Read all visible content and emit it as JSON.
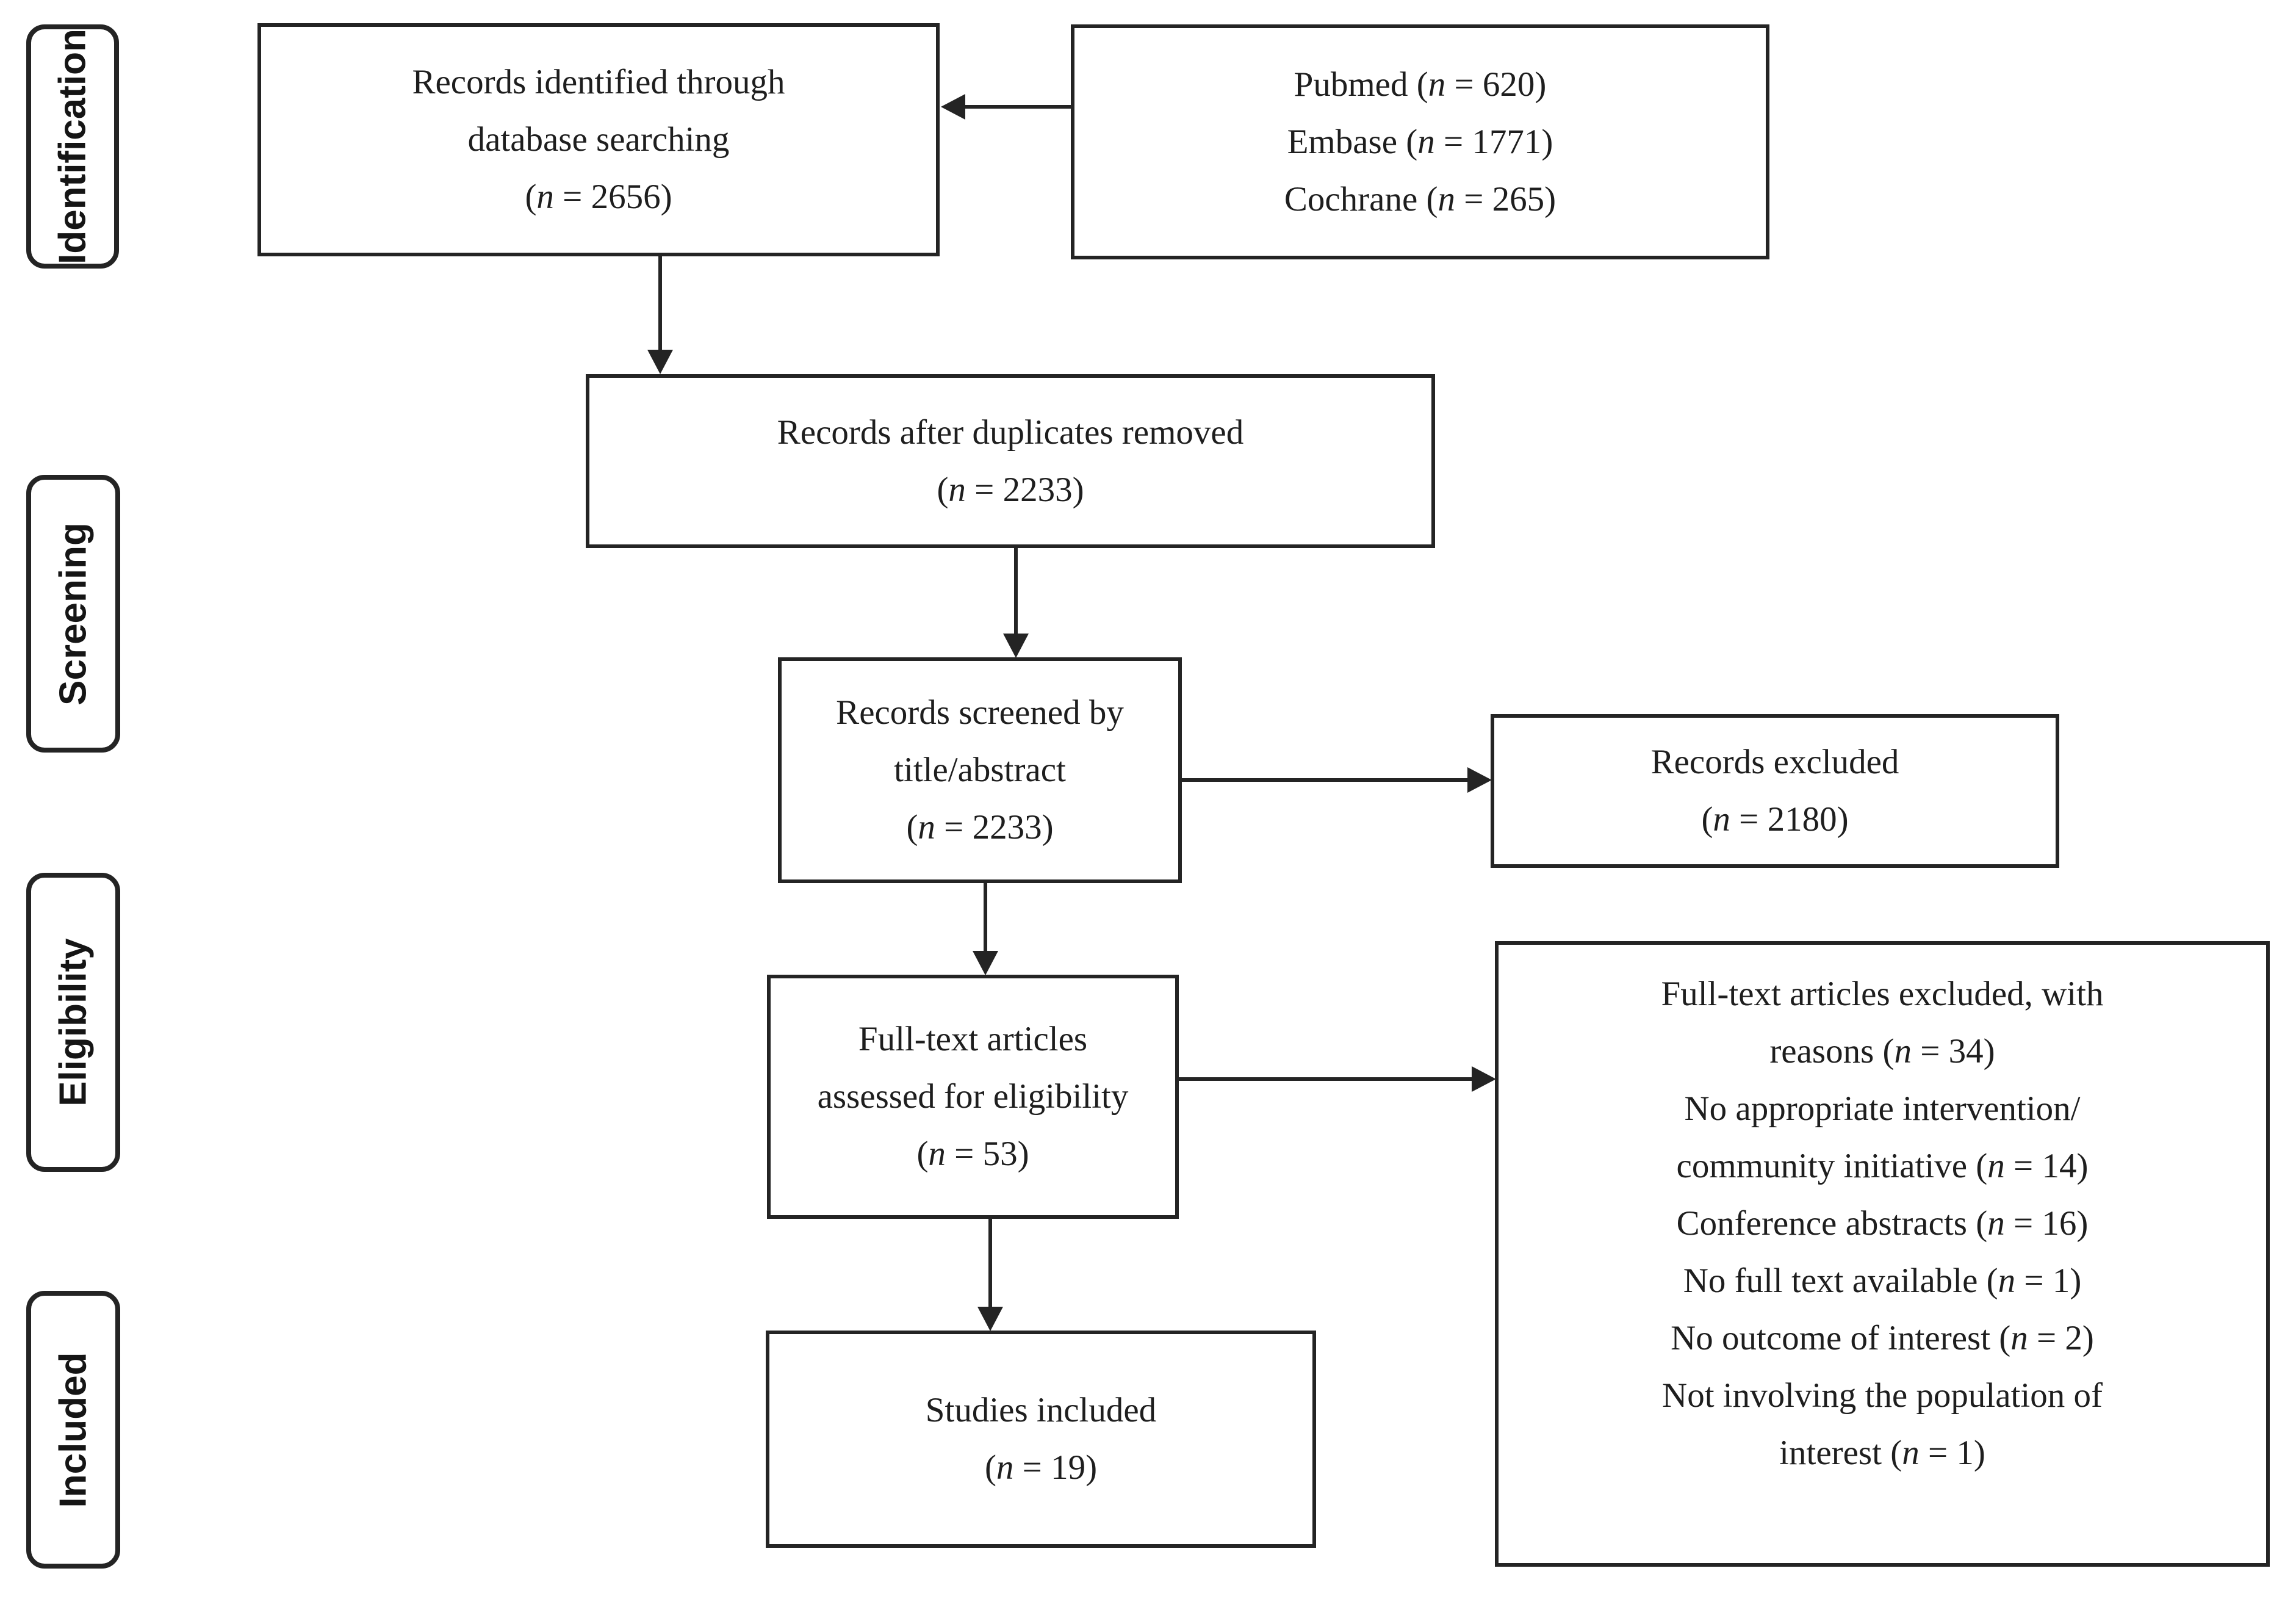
{
  "colors": {
    "ink": "#242424",
    "paper": "#ffffff"
  },
  "stages": [
    {
      "id": "identification",
      "label": "Identification"
    },
    {
      "id": "screening",
      "label": "Screening"
    },
    {
      "id": "eligibility",
      "label": "Eligibility"
    },
    {
      "id": "included",
      "label": "Included"
    }
  ],
  "boxes": {
    "identified": {
      "lines": [
        "Records identified through",
        "database searching",
        "(n = 2656)"
      ]
    },
    "sources": {
      "lines": [
        "Pubmed (n = 620)",
        "Embase (n = 1771)",
        "Cochrane (n = 265)"
      ]
    },
    "duplicates": {
      "lines": [
        "Records after duplicates removed",
        "(n = 2233)"
      ]
    },
    "screened": {
      "lines": [
        "Records screened by",
        "title/abstract",
        "(n = 2233)"
      ]
    },
    "excluded": {
      "lines": [
        "Records excluded",
        "(n = 2180)"
      ]
    },
    "fulltext": {
      "lines": [
        "Full-text articles",
        "assessed for eligibility",
        "(n = 53)"
      ]
    },
    "fulltext_excluded": {
      "lines": [
        "Full-text articles excluded, with",
        "reasons (n = 34)",
        "No appropriate intervention/",
        "community initiative (n = 14)",
        "Conference abstracts (n = 16)",
        "No full text available (n = 1)",
        "No outcome of interest (n = 2)",
        "Not involving the population of",
        "interest (n = 1)"
      ]
    },
    "studies_included": {
      "lines": [
        "Studies included",
        "(n = 19)"
      ]
    }
  }
}
